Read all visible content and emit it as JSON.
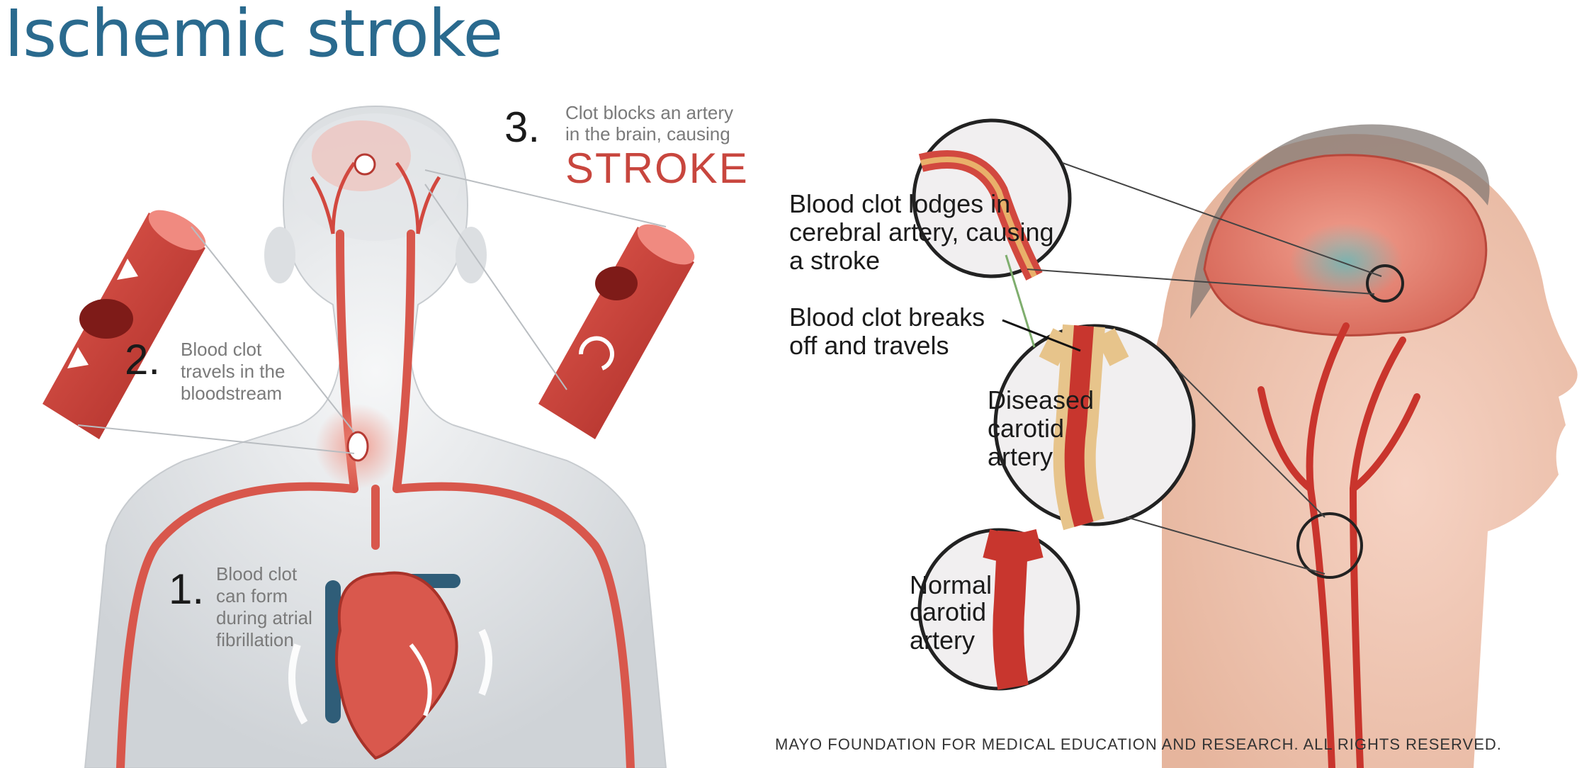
{
  "title": "Ischemic stroke",
  "left_figure": {
    "step1": {
      "number": "1.",
      "lines": [
        "Blood clot",
        "can form",
        "during atrial",
        "fibrillation"
      ]
    },
    "step2": {
      "number": "2.",
      "lines": [
        "Blood clot",
        "travels in the",
        "bloodstream"
      ]
    },
    "step3": {
      "number": "3.",
      "lines": [
        "Clot blocks an artery",
        "in the brain, causing"
      ],
      "emphasis": "STROKE"
    }
  },
  "right_figure": {
    "labels": {
      "lodges": [
        "Blood clot lodges in",
        "cerebral artery, causing",
        "a stroke"
      ],
      "breaks": [
        "Blood clot breaks",
        "off and travels"
      ],
      "diseased": [
        "Diseased",
        "carotid",
        "artery"
      ],
      "normal": [
        "Normal",
        "carotid",
        "artery"
      ]
    },
    "copyright": "MAYO FOUNDATION FOR MEDICAL EDUCATION AND RESEARCH. ALL RIGHTS RESERVED."
  },
  "colors": {
    "title": "#2a6a8e",
    "artery": "#d2483f",
    "stroke_text": "#c8463e",
    "skin": "#e9ebed"
  }
}
